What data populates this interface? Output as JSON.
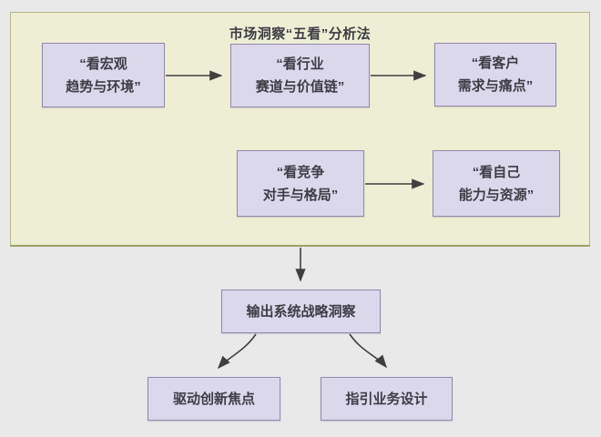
{
  "diagram": {
    "title": "市场洞察“五看”分析法",
    "five_looks": [
      {
        "id": "macro",
        "line1": "“看宏观",
        "line2": "趋势与环境”"
      },
      {
        "id": "industry",
        "line1": "“看行业",
        "line2": "赛道与价值链”"
      },
      {
        "id": "customer",
        "line1": "“看客户",
        "line2": "需求与痛点”"
      },
      {
        "id": "competition",
        "line1": "“看竞争",
        "line2": "对手与格局”"
      },
      {
        "id": "self",
        "line1": "“看自己",
        "line2": "能力与资源”"
      }
    ],
    "output_box": "输出系统战略洞察",
    "result_boxes": [
      "驱动创新焦点",
      "指引业务设计"
    ],
    "colors": {
      "page_bg": "#e9e9e9",
      "panel_fill": "#edeed4",
      "panel_border": "#b6b58c",
      "panel_border_dark": "#99a164",
      "node_fill": "#dbd8eb",
      "node_border": "#8f89ae",
      "text": "#3d3d44",
      "arrow": "#3f3f3f"
    }
  }
}
